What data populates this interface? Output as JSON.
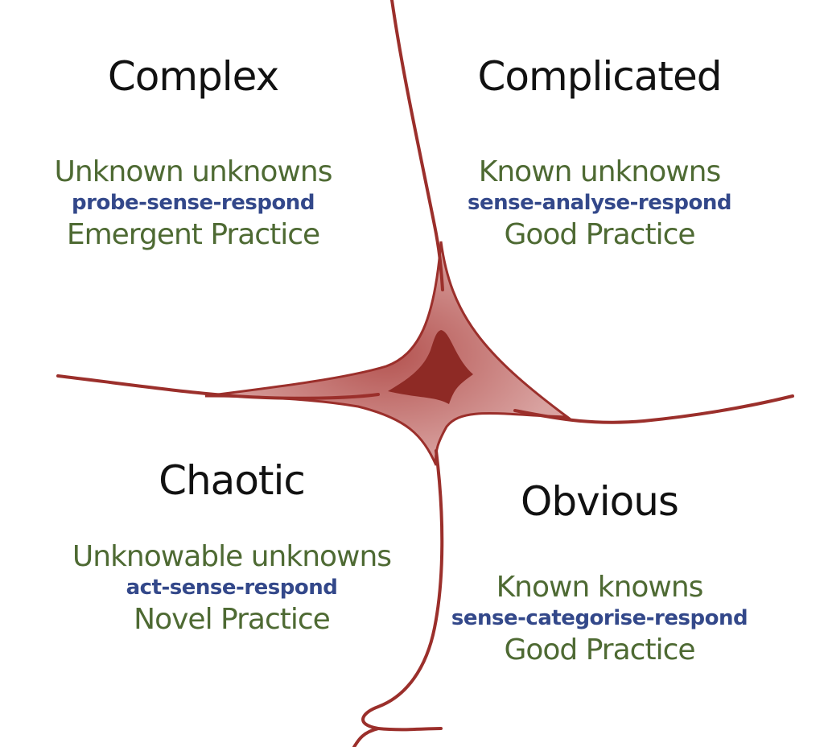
{
  "domains": [
    {
      "id": "complex",
      "title": "Complex",
      "knowledge": "Unknown unknowns",
      "method": "probe-sense-respond",
      "practice": "Emergent Practice"
    },
    {
      "id": "complicated",
      "title": "Complicated",
      "knowledge": "Known unknowns",
      "method": "sense-analyse-respond",
      "practice": "Good Practice"
    },
    {
      "id": "chaotic",
      "title": "Chaotic",
      "knowledge": "Unknowable unknowns",
      "method": "act-sense-respond",
      "practice": "Novel Practice"
    },
    {
      "id": "obvious",
      "title": "Obvious",
      "knowledge": "Known knowns",
      "method": "sense-categorise-respond",
      "practice": "Good Practice"
    }
  ],
  "colors": {
    "title": "#111111",
    "knowledge": "#4e6a33",
    "method": "#33488a",
    "practice": "#4e6a33",
    "boundary_line": "#9b2f2b",
    "center_fill": "#c98a88",
    "center_core": "#8e2a25"
  }
}
